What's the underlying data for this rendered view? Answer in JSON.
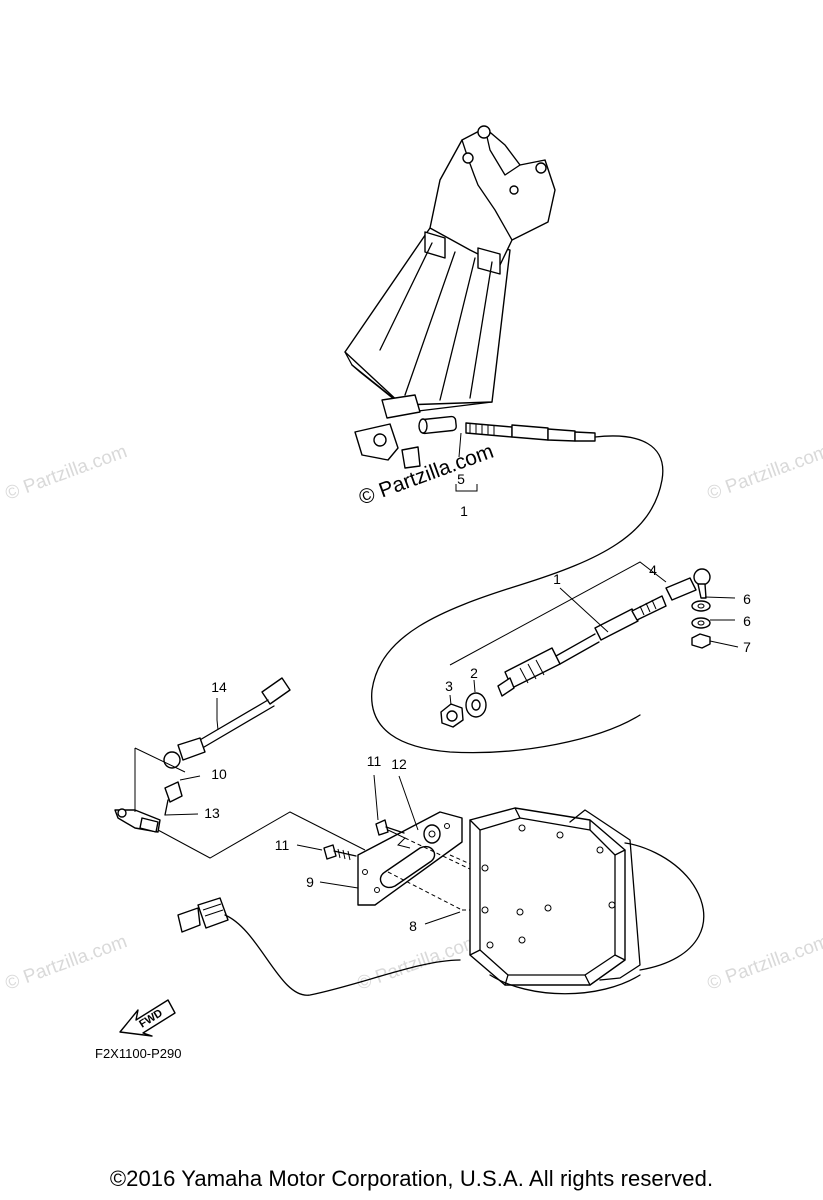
{
  "diagram": {
    "diagram_code": "F2X1100-P290",
    "fwd_label": "FWD",
    "watermark_text": "© Partzilla.com",
    "callouts": [
      {
        "id": "5",
        "label": "5"
      },
      {
        "id": "1-top",
        "label": "1"
      },
      {
        "id": "1",
        "label": "1"
      },
      {
        "id": "4",
        "label": "4"
      },
      {
        "id": "6a",
        "label": "6"
      },
      {
        "id": "6b",
        "label": "6"
      },
      {
        "id": "7",
        "label": "7"
      },
      {
        "id": "2",
        "label": "2"
      },
      {
        "id": "3",
        "label": "3"
      },
      {
        "id": "14",
        "label": "14"
      },
      {
        "id": "10",
        "label": "10"
      },
      {
        "id": "13",
        "label": "13"
      },
      {
        "id": "11a",
        "label": "11"
      },
      {
        "id": "12",
        "label": "12"
      },
      {
        "id": "11b",
        "label": "11"
      },
      {
        "id": "9",
        "label": "9"
      },
      {
        "id": "8",
        "label": "8"
      }
    ]
  },
  "footer": {
    "copyright": "©2016  Yamaha Motor Corporation, U.S.A. All rights reserved."
  }
}
